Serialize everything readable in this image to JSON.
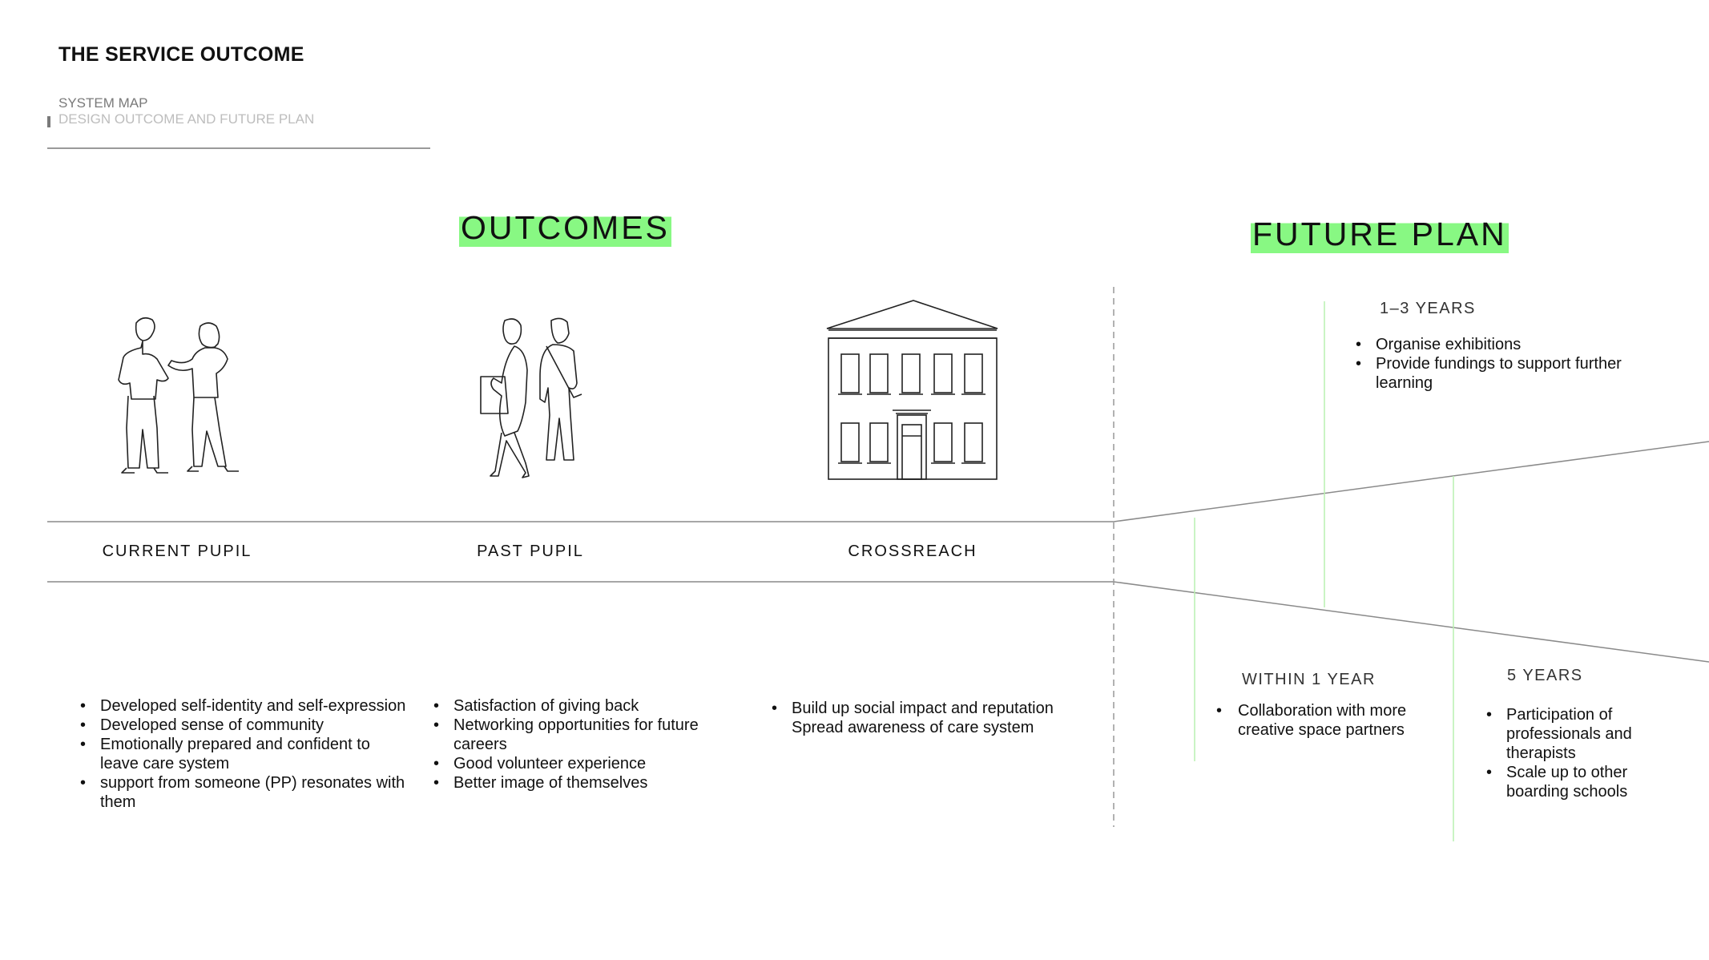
{
  "header": {
    "title": "THE SERVICE OUTCOME",
    "breadcrumb": [
      "SYSTEM MAP",
      "DESIGN OUTCOME AND FUTURE PLAN"
    ]
  },
  "colors": {
    "highlight": "#88f883",
    "timeline_green": "#b9f0b0",
    "line": "#8a8a8a"
  },
  "outcomes": {
    "heading": "OUTCOMES",
    "columns": [
      {
        "label": "CURRENT PUPIL",
        "icon": "students-talking-illustration",
        "items": [
          "Developed self-identity and self-expression",
          "Developed sense of community",
          "Emotionally prepared and confident to leave care system",
          "support from someone (PP) resonates with them"
        ]
      },
      {
        "label": "PAST PUPIL",
        "icon": "people-walking-illustration",
        "items": [
          "Satisfaction of giving back",
          "Networking opportunities for future careers",
          "Good volunteer experience",
          "Better image of themselves"
        ]
      },
      {
        "label": "CROSSREACH",
        "icon": "building-illustration",
        "items": [
          "Build up social impact and reputation",
          "Spread awareness of care system"
        ]
      }
    ]
  },
  "future_plan": {
    "heading": "FUTURE PLAN",
    "phases": [
      {
        "title": "WITHIN 1 YEAR",
        "items": [
          "Collaboration with more creative space partners"
        ]
      },
      {
        "title": "1–3 YEARS",
        "items": [
          "Organise exhibitions",
          "Provide fundings to support further learning"
        ]
      },
      {
        "title": "5 YEARS",
        "items": [
          "Participation of professionals and therapists",
          "Scale up to other boarding schools"
        ]
      }
    ]
  }
}
